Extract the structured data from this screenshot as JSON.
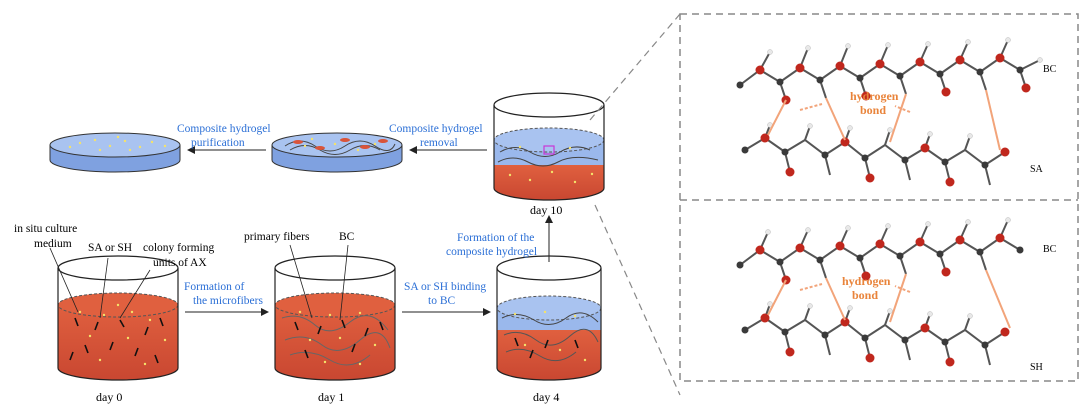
{
  "left_labels": {
    "in_situ_1": "in situ culture",
    "in_situ_2": "medium",
    "sa_or_sh": "SA or SH",
    "colony_1": "colony forming",
    "colony_2": "units of AX",
    "primary_fibers": "primary fibers",
    "bc": "BC"
  },
  "steps": {
    "formation_microfibers_1": "Formation of",
    "formation_microfibers_2": "the microfibers",
    "binding_1": "SA or SH binding",
    "binding_2": "to BC",
    "composite_formation_1": "Formation of the",
    "composite_formation_2": "composite hydrogel",
    "removal_1": "Composite hydrogel",
    "removal_2": "removal",
    "purification_1": "Composite hydrogel",
    "purification_2": "purification"
  },
  "days": {
    "d0": "day 0",
    "d1": "day 1",
    "d4": "day 4",
    "d10": "day 10"
  },
  "panels": {
    "top": {
      "label_top": "BC",
      "label_bottom": "SA",
      "hb_1": "hydrogen",
      "hb_2": "bond"
    },
    "bottom": {
      "label_top": "BC",
      "label_bottom": "SH",
      "hb_1": "hydrogen",
      "hb_2": "bond"
    }
  },
  "colors": {
    "medium": "#d9543a",
    "medium_dark": "#c24a33",
    "hydrogel": "#7fa6e6",
    "hydrogel_light": "#a9c3f0",
    "arrow": "#222222",
    "blue_text": "#2b6fd6",
    "hbond": "#f2a47a",
    "oxygen": "#c0271d",
    "carbon": "#3a3a3a",
    "hydrogen": "#e8e8e8",
    "frame": "#777777"
  }
}
